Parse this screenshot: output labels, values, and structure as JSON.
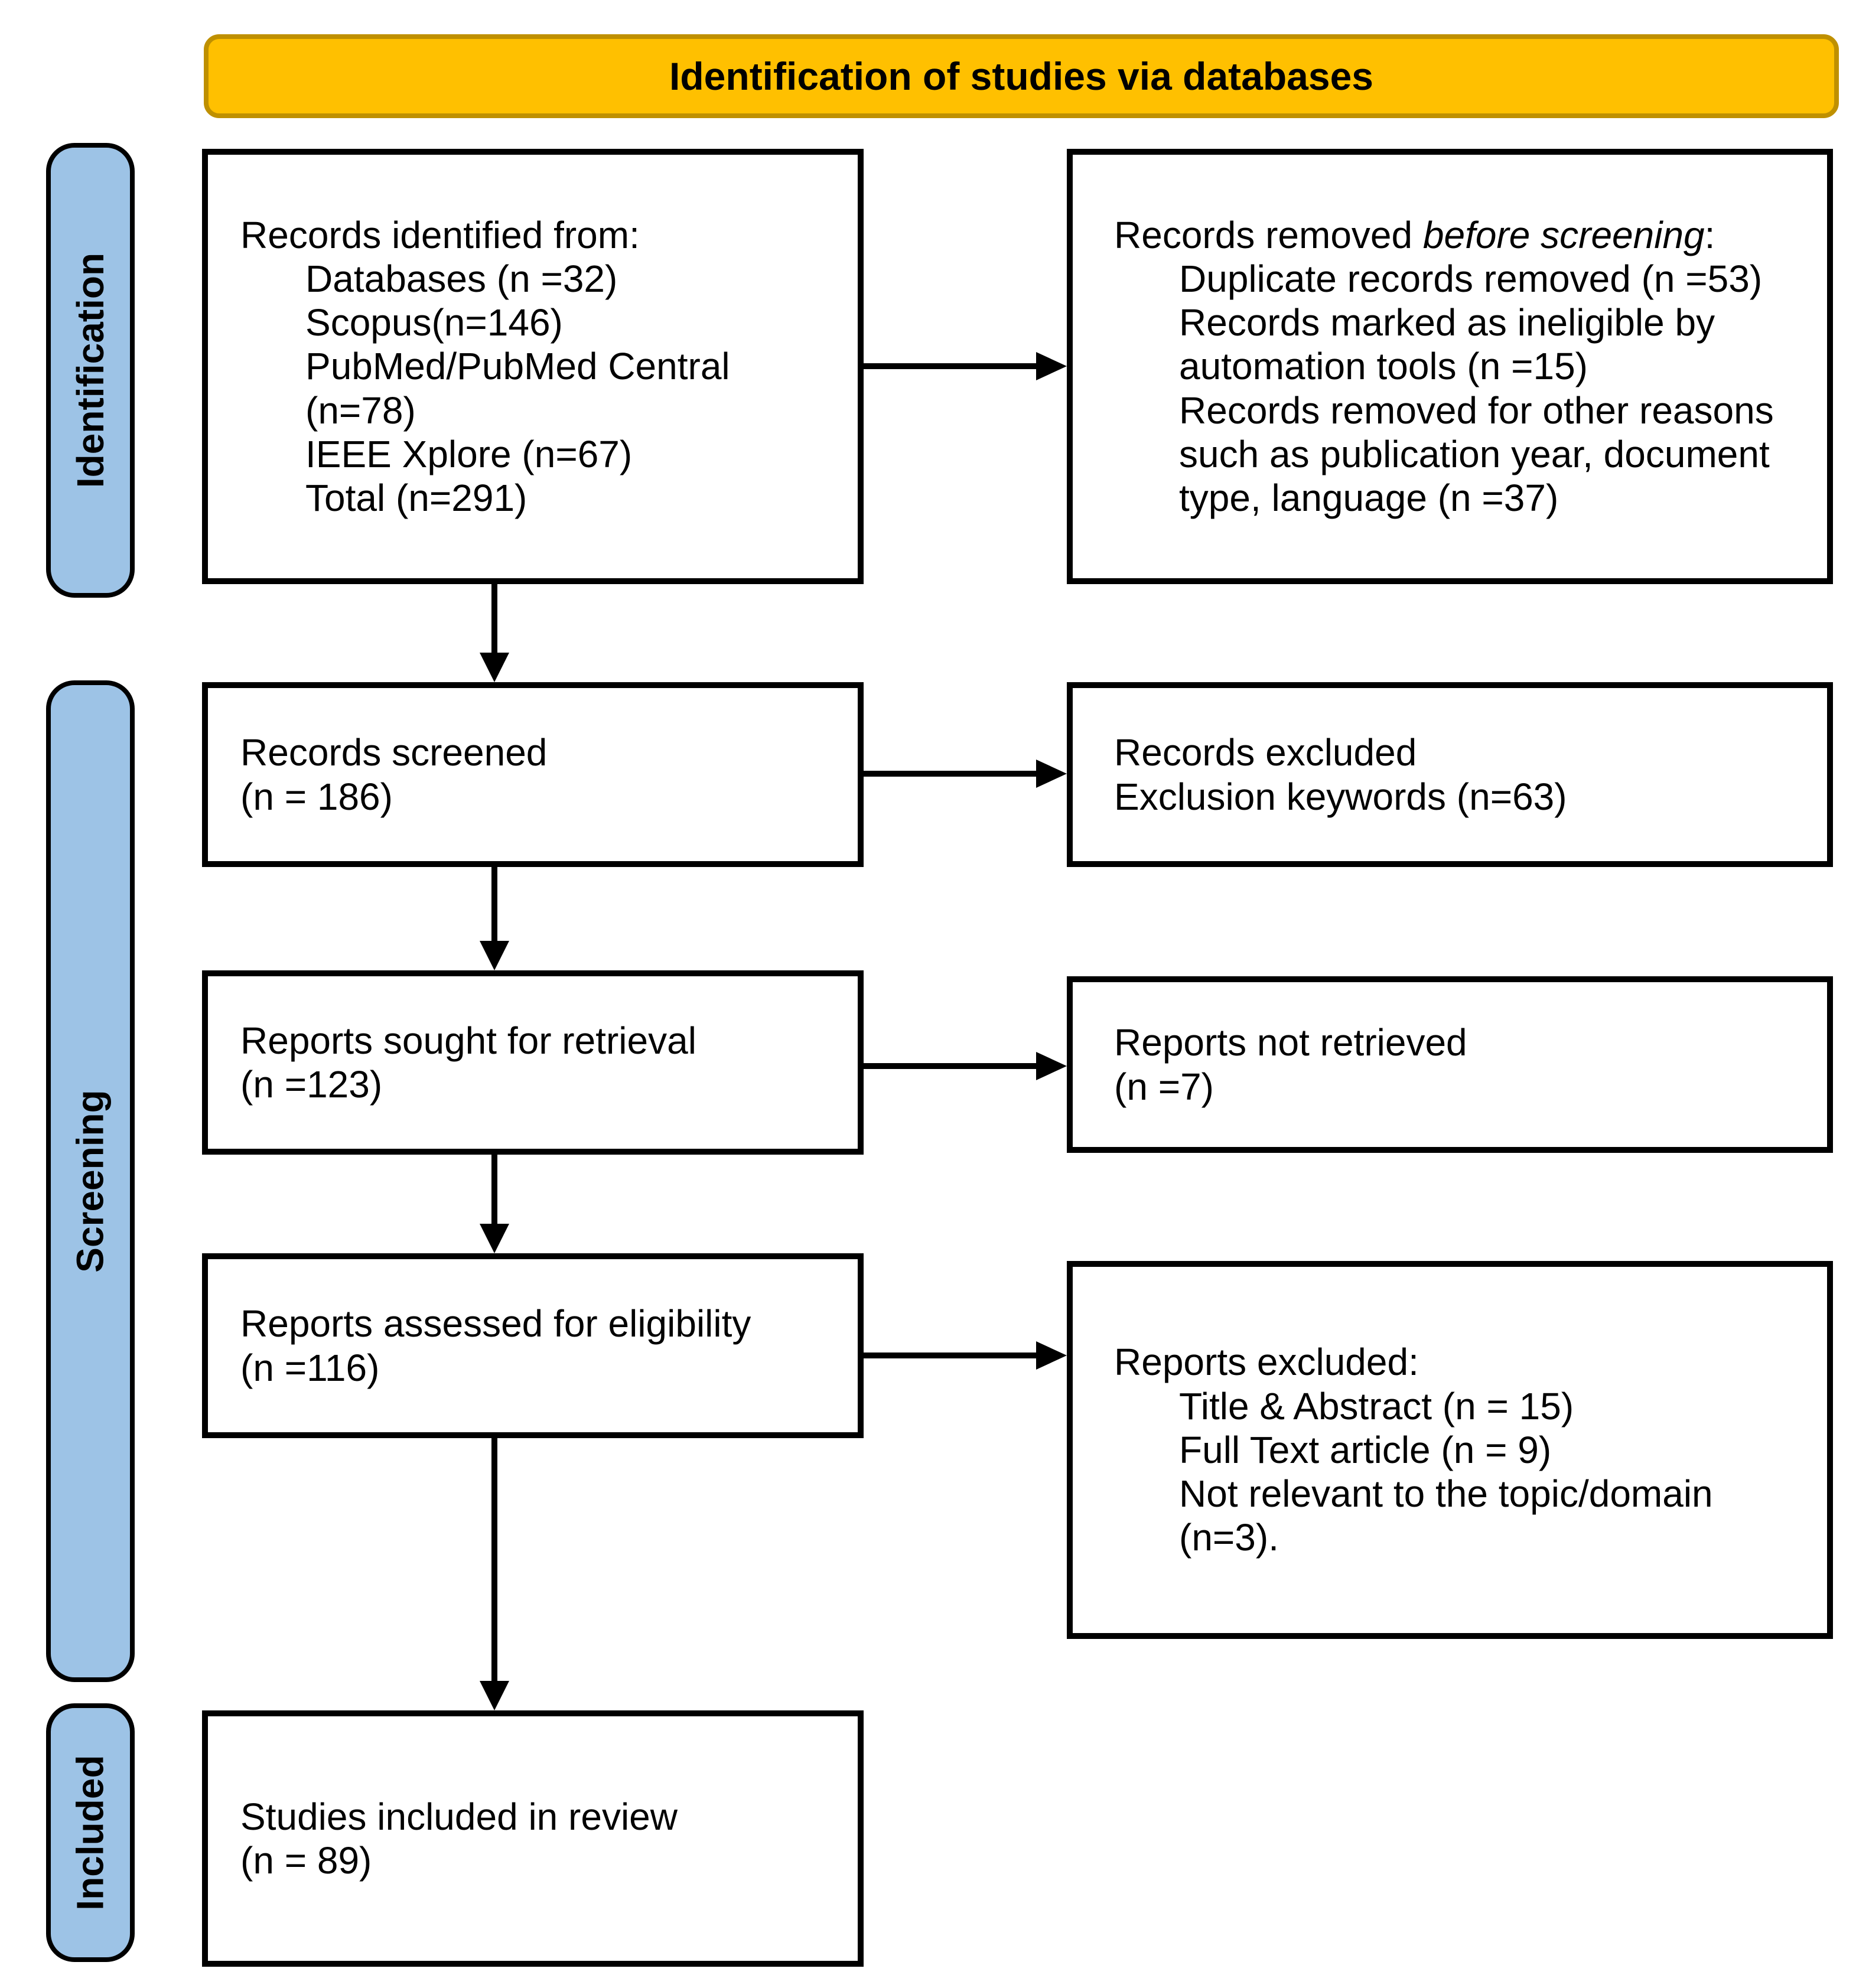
{
  "colors": {
    "header-bg": "#FFC000",
    "header-border": "#BF9000",
    "stage-bg": "#9DC3E6"
  },
  "header": {
    "title": "Identification of studies via databases"
  },
  "stages": {
    "identification": "Identification",
    "screening": "Screening",
    "included": "Included"
  },
  "flow": {
    "records_identified": {
      "title": "Records identified from:",
      "items": [
        "Databases (n =32)",
        "Scopus(n=146)",
        "PubMed/PubMed Central (n=78)",
        "IEEE Xplore (n=67)",
        "Total (n=291)"
      ]
    },
    "records_removed": {
      "title_pre": "Records removed ",
      "title_em": "before screening",
      "title_post": ":",
      "items": [
        "Duplicate records removed (n =53)",
        "Records marked as ineligible by automation tools (n =15)",
        "Records removed for other reasons such as publication year, document type, language (n =37)"
      ]
    },
    "records_screened": {
      "line1": "Records screened",
      "line2": "(n = 186)"
    },
    "records_excluded": {
      "line1": "Records excluded",
      "line2": "Exclusion keywords (n=63)"
    },
    "reports_sought": {
      "line1": "Reports sought for retrieval",
      "line2": "(n =123)"
    },
    "reports_not_retrieved": {
      "line1": "Reports not retrieved",
      "line2": "(n =7)"
    },
    "reports_assessed": {
      "line1": "Reports assessed for eligibility",
      "line2": "(n =116)"
    },
    "reports_excluded": {
      "title": "Reports excluded:",
      "items": [
        "Title & Abstract (n = 15)",
        "Full Text article (n = 9)",
        "Not relevant to the topic/domain (n=3)."
      ]
    },
    "studies_included": {
      "line1": "Studies included in review",
      "line2": "(n = 89)"
    }
  }
}
